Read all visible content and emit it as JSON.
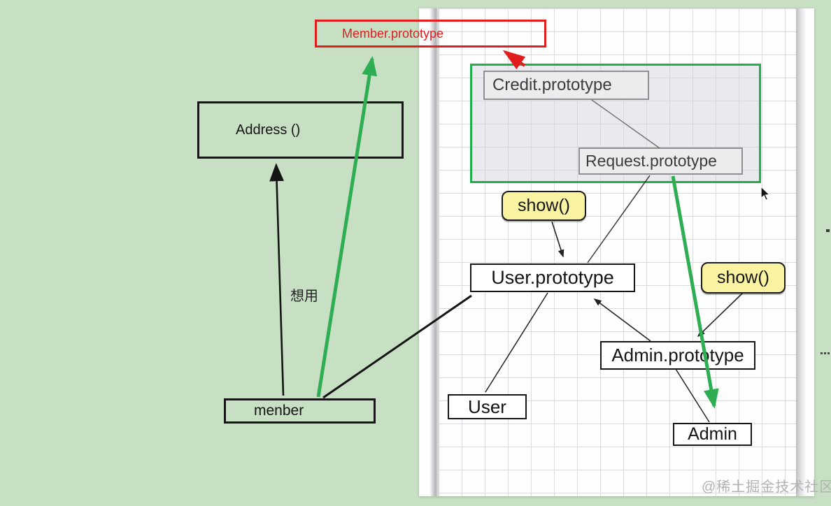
{
  "annotations_left": {
    "member_prototype": "Member.prototype",
    "address": "Address ()",
    "note": "想用",
    "menber": "menber"
  },
  "canvas": {
    "nodes": {
      "credit_prototype": "Credit.prototype",
      "request_prototype": "Request.prototype",
      "show_left": "show()",
      "user_prototype": "User.prototype",
      "user": "User",
      "show_right": "show()",
      "admin_prototype": "Admin.prototype",
      "admin": "Admin"
    },
    "watermark": "@稀土掘金技术社区"
  },
  "colors": {
    "desktop_background": "#c7e0c3",
    "annotation_red": "#e11d1d",
    "arrow_green": "#2fad52",
    "selection_border_green": "#21ae4d",
    "node_yellow": "#f9f3a2",
    "grey_node_fill": "#ececef",
    "grid_line": "#dbdbdf",
    "watermark": "#b3b3b3"
  }
}
